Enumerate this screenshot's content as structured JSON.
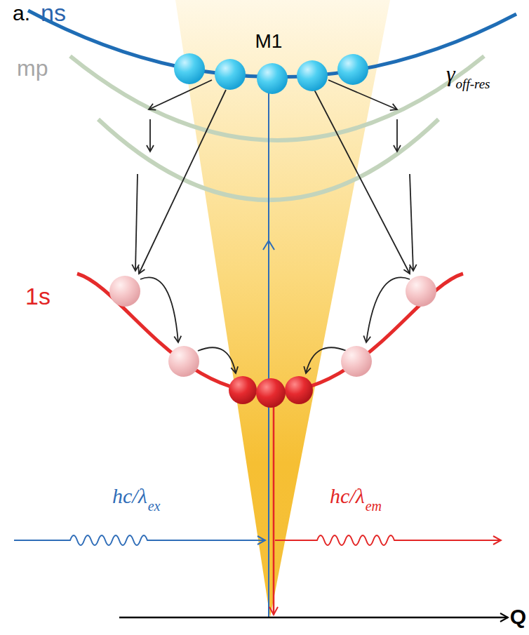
{
  "diagram": {
    "labels": [
      "a.",
      "ns",
      "M1",
      "mp",
      "γ",
      "off-res",
      "1s",
      "hc/λ",
      "ex",
      "hc/λ",
      "em",
      "Q"
    ]
  }
}
